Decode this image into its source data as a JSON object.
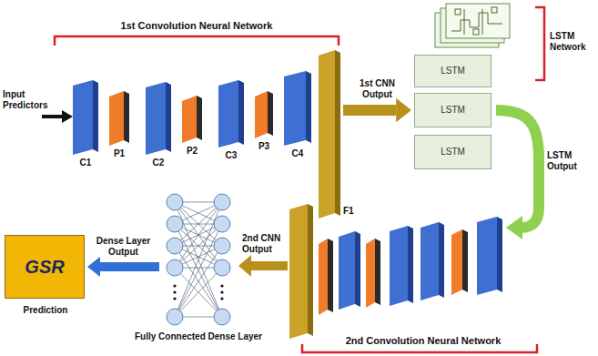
{
  "diagram": {
    "title": "1st Convolution Neural Network",
    "nodes": [
      {
        "text": [
          "C1"
        ]
      },
      {
        "text": [
          "P1"
        ]
      },
      {
        "text": [
          "C2"
        ]
      },
      {
        "text": [
          "P2"
        ]
      },
      {
        "text": [
          "C3"
        ]
      },
      {
        "text": [
          "P3"
        ]
      },
      {
        "text": [
          "C4"
        ]
      },
      {
        "text": [
          "F1"
        ]
      },
      {
        "text": [
          "LSTM"
        ]
      },
      {
        "text": [
          "LSTM"
        ]
      },
      {
        "text": [
          "LSTM"
        ]
      },
      {
        "text": [
          "Fully Connected Dense Layer"
        ]
      },
      {
        "text": [
          "GSR",
          "Prediction"
        ]
      }
    ],
    "edges": [
      {
        "from": 7,
        "to": 9,
        "arrow": "to",
        "label": "1st CNN Output"
      },
      {
        "from": 11,
        "to": 12,
        "arrow": "to",
        "label": "Dense Layer Output"
      }
    ],
    "labels": [
      "Input Predictors",
      "LSTM Network",
      "LSTM Output",
      "2nd CNN Output",
      "2nd Convolution Neural Network"
    ]
  }
}
